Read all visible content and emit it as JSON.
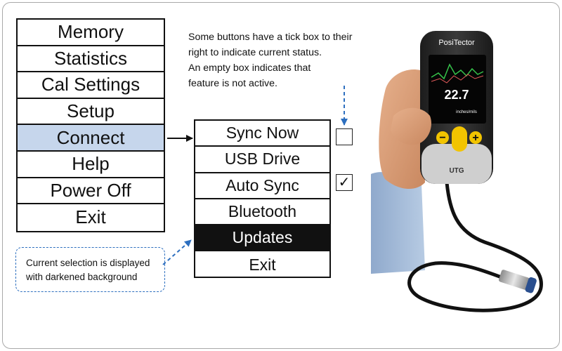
{
  "main_menu": {
    "items": [
      "Memory",
      "Statistics",
      "Cal Settings",
      "Setup",
      "Connect",
      "Help",
      "Power Off",
      "Exit"
    ],
    "highlighted_index": 4,
    "highlight_color": "#c6d6ec"
  },
  "sub_menu": {
    "items": [
      "Sync Now",
      "USB Drive",
      "Auto Sync",
      "Bluetooth",
      "Updates",
      "Exit"
    ],
    "selected_index": 4,
    "selected_bg": "#111111"
  },
  "tick_boxes": {
    "sync_now": {
      "checked": false,
      "glyph": ""
    },
    "auto_sync": {
      "checked": true,
      "glyph": "✓"
    }
  },
  "annotations": {
    "tick_box_note": {
      "lines": [
        "Some buttons have a tick box to their",
        "right to indicate current status.",
        "An empty box indicates that",
        "feature is not active."
      ]
    },
    "selection_note": {
      "lines": [
        "Current selection is displayed",
        "with darkened background"
      ]
    }
  },
  "device": {
    "brand": "PosiTector",
    "reading": "22.7",
    "unit": "inches/mils",
    "model": "UTG"
  },
  "colors": {
    "arrow_blue": "#2d6fbf",
    "frame_border": "#a9a9a9"
  }
}
